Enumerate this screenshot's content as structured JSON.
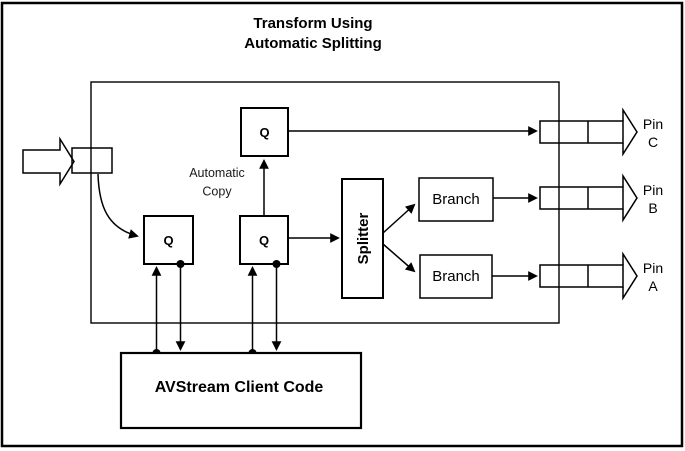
{
  "title": {
    "line1": "Transform Using",
    "line2": "Automatic Splitting"
  },
  "filter": {
    "queue_top_label": "Q",
    "queue_left_label": "Q",
    "queue_right_label": "Q",
    "automatic_copy": {
      "line1": "Automatic",
      "line2": "Copy"
    },
    "splitter_label": "Splitter",
    "branch_upper_label": "Branch",
    "branch_lower_label": "Branch"
  },
  "pins": {
    "word": "Pin",
    "pin_c_letter": "C",
    "pin_b_letter": "B",
    "pin_a_letter": "A"
  },
  "client": {
    "label": "AVStream Client Code"
  },
  "colors": {
    "stroke": "#000000",
    "background": "#ffffff"
  }
}
